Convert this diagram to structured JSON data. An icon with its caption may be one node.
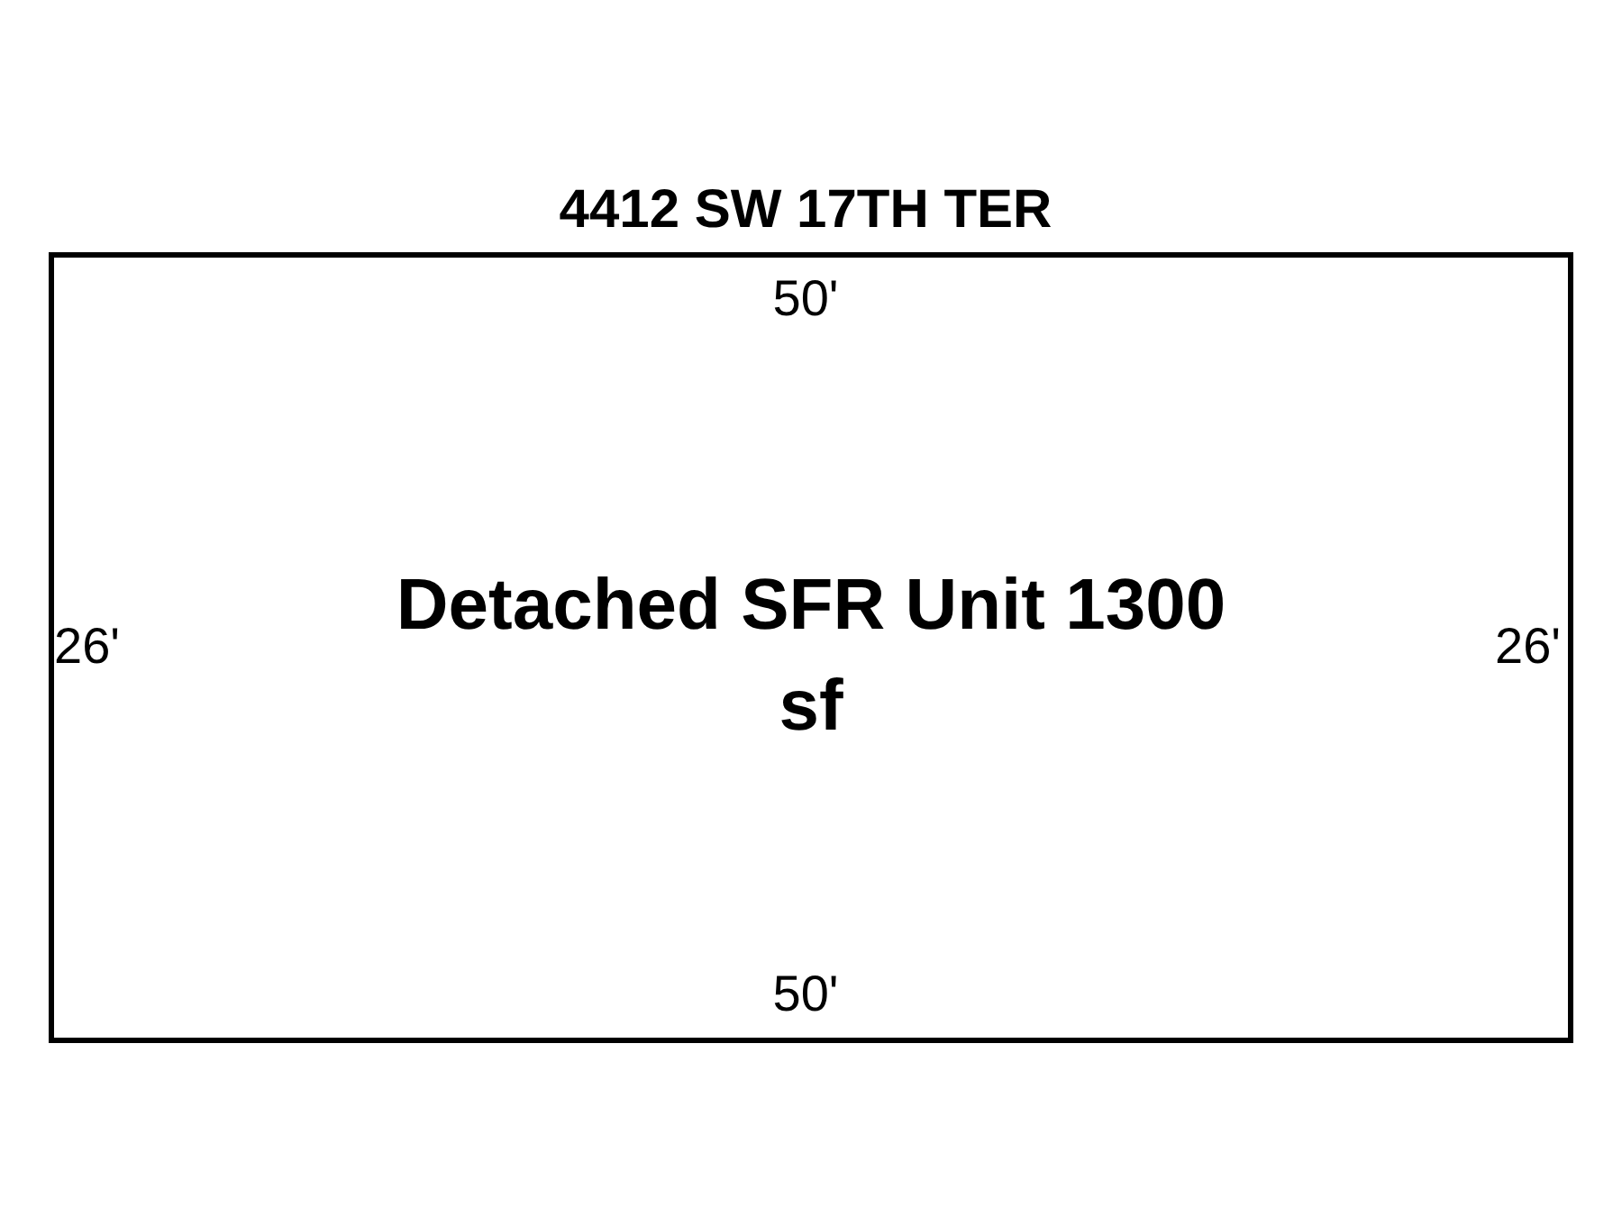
{
  "diagram": {
    "title": "4412 SW 17TH TER",
    "nodes": [
      {
        "text": [
          "Detached SFR Unit 1300 sf"
        ]
      }
    ],
    "labels": [
      "50'",
      "26'",
      "26'",
      "50'"
    ]
  }
}
